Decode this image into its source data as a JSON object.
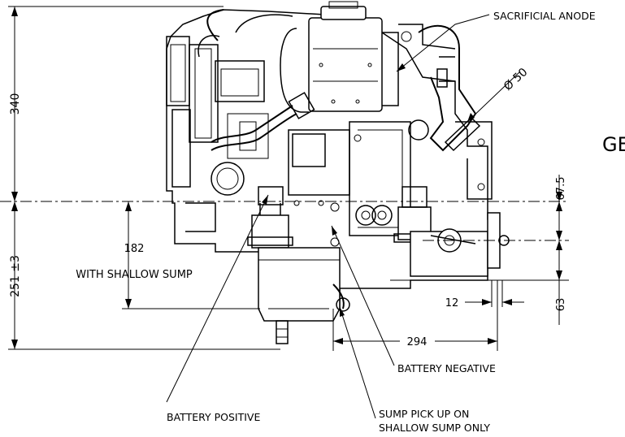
{
  "labels": {
    "sacrificial_anode": "SACRIFICIAL ANODE",
    "diameter": "Ø 50",
    "title_fragment": "GE",
    "battery_negative": "BATTERY NEGATIVE",
    "battery_positive": "BATTERY POSITIVE",
    "sump_pickup_line1": "SUMP PICK UP ON",
    "sump_pickup_line2": "SHALLOW SUMP ONLY",
    "shallow_sump": "WITH SHALLOW SUMP"
  },
  "dimensions": {
    "d340": "340",
    "d251": "251 ±3",
    "d182": "182",
    "d67": "67.5",
    "d63": "63",
    "d12": "12",
    "d294": "294"
  }
}
